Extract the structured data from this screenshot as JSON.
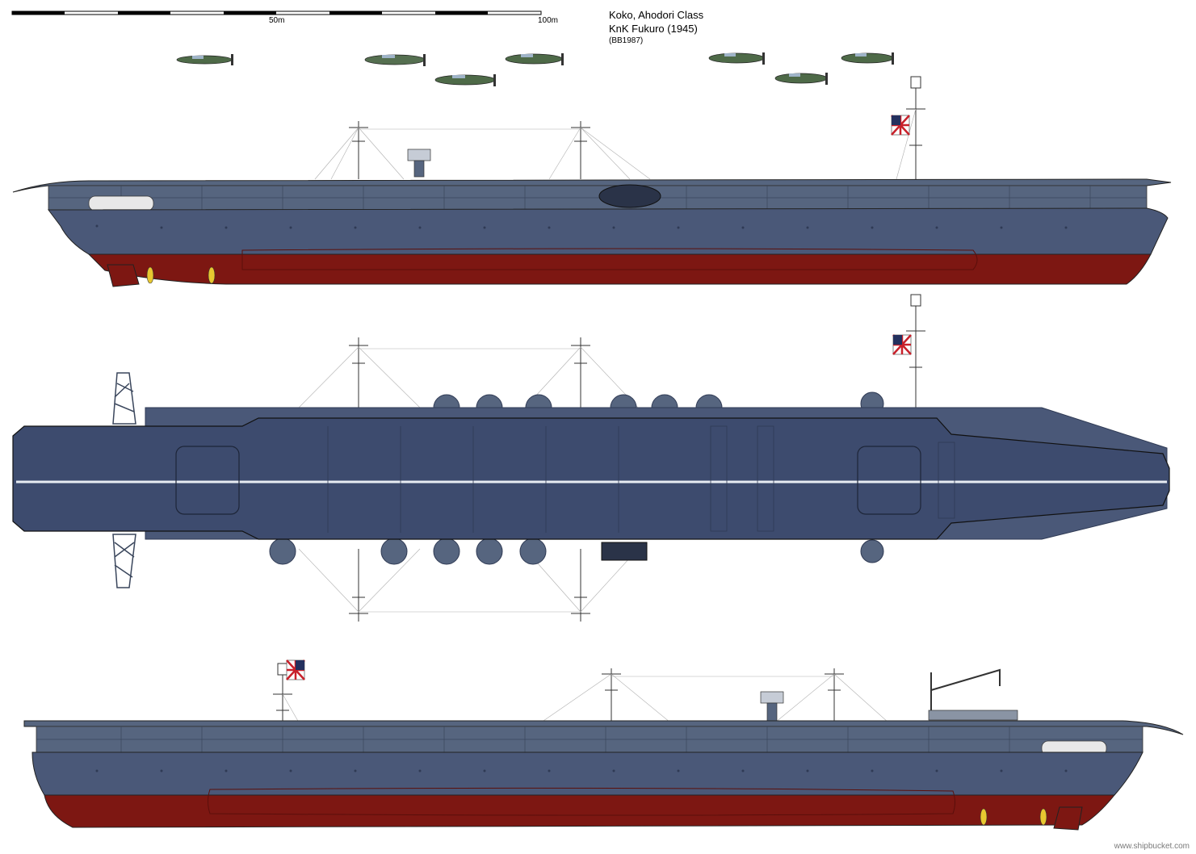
{
  "header": {
    "title": "Koko, Ahodori Class",
    "subtitle": "KnK Fukuro (1945)",
    "credit": "(BB1987)"
  },
  "scale_bar": {
    "mid_label": "50m",
    "end_label": "100m"
  },
  "watermark": "www.shipbucket.com",
  "colors": {
    "hull": "#4a5878",
    "hull_dark": "#2f3a54",
    "superstructure": "#56657f",
    "deck": "#3d4b6e",
    "waterline": "#7d1712",
    "boot_top": "#8c1c14",
    "aircraft": "#4e6a48",
    "flag_red": "#c8202a",
    "propeller": "#e8c830"
  },
  "icons": {
    "aircraft": "aircraft-icon",
    "flag": "naval-ensign-icon",
    "propeller": "propeller-icon"
  }
}
